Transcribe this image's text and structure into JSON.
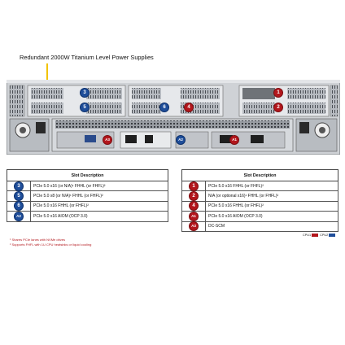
{
  "callout": "Redundant 2000W Titanium Level Power Supplies",
  "colors": {
    "cpu1": "#b3161c",
    "cpu2": "#1f4e9a",
    "leader": "#f2c300"
  },
  "table_left": {
    "header": "Slot Description",
    "rows": [
      {
        "badge": "3",
        "cpu": "cpu2",
        "desc": "PCIe 5.0 x16 (or N/A)¹ FHHL (or FHFL)²"
      },
      {
        "badge": "5",
        "cpu": "cpu2",
        "desc": "PCIe 5.0 x8 (or N/A)¹ FHHL (or FHFL)²"
      },
      {
        "badge": "6",
        "cpu": "cpu2",
        "desc": "PCIe 5.0 x16 FHHL (or FHFL)²"
      },
      {
        "badge": "A2",
        "cpu": "cpu2",
        "desc": "PCIe 5.0 x16 AIOM (OCP 3.0)"
      }
    ]
  },
  "table_right": {
    "header": "Slot Description",
    "rows": [
      {
        "badge": "1",
        "cpu": "cpu1",
        "desc": "PCIe 5.0 x16 FHHL (or FHFL)²"
      },
      {
        "badge": "2",
        "cpu": "cpu1",
        "desc": "N/A (or optional x16)¹ FHHL (or FHFL)²"
      },
      {
        "badge": "4",
        "cpu": "cpu1",
        "desc": "PCIe 5.0 x16 FHHL (or FHFL)²"
      },
      {
        "badge": "A1",
        "cpu": "cpu1",
        "desc": "PCIe 5.0 x16 AIOM (OCP 3.0)"
      },
      {
        "badge": "A3",
        "cpu": "cpu1",
        "desc": "DC-SCM"
      }
    ]
  },
  "footnotes": [
    "¹ Shares PCIe lanes with NVMe drives",
    "² Supports FHFL with 1U CPU heatsinks or liquid cooling"
  ],
  "legend": {
    "cpu1": "CPU1",
    "cpu2": "CPU2"
  },
  "chassis_badges": [
    {
      "label": "3",
      "cpu": "cpu2"
    },
    {
      "label": "5",
      "cpu": "cpu2"
    },
    {
      "label": "6",
      "cpu": "cpu2"
    },
    {
      "label": "4",
      "cpu": "cpu1"
    },
    {
      "label": "1",
      "cpu": "cpu1"
    },
    {
      "label": "2",
      "cpu": "cpu1"
    },
    {
      "label": "A3",
      "cpu": "cpu1"
    },
    {
      "label": "A2",
      "cpu": "cpu2"
    },
    {
      "label": "A1",
      "cpu": "cpu1"
    }
  ]
}
